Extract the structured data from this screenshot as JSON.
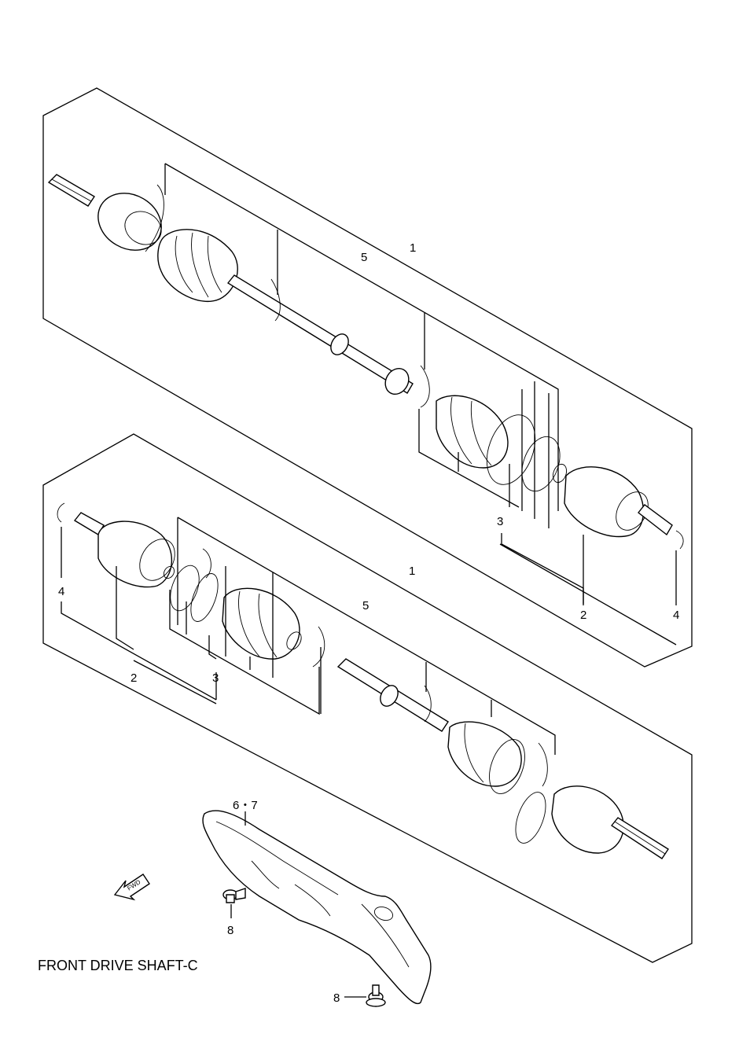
{
  "caption": "FRONT DRIVE SHAFT-C",
  "fwd_arrow_label": "FWD",
  "callouts": {
    "upper_assembly": "1",
    "upper_shaft": "5",
    "upper_boot_kit": "3",
    "upper_joint": "2",
    "upper_snap_ring": "4",
    "lower_assembly": "1",
    "lower_shaft": "5",
    "lower_snap_ring": "4",
    "lower_joint": "2",
    "lower_boot_kit": "3",
    "heat_shield": "6・7",
    "bolt_a": "8",
    "bolt_b": "8"
  }
}
